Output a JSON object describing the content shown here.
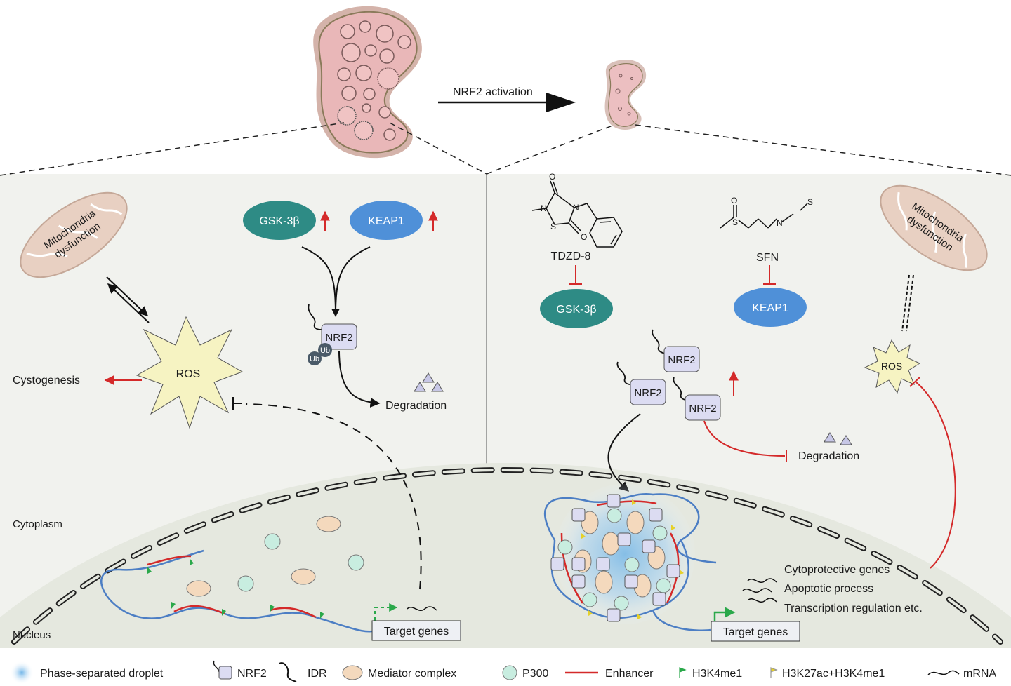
{
  "header": {
    "arrow_label": "NRF2 activation"
  },
  "left_panel": {
    "mito_line1": "Mitochondria",
    "mito_line2": "dysfunction",
    "gsk_label": "GSK-3β",
    "keap_label": "KEAP1",
    "nrf2_label": "NRF2",
    "ub1": "Ub",
    "ub2": "Ub",
    "ros_label": "ROS",
    "cystogenesis_label": "Cystogenesis",
    "degradation_label": "Degradation",
    "cytoplasm_label": "Cytoplasm",
    "nucleus_label": "Nucleus",
    "target_genes_label": "Target genes"
  },
  "right_panel": {
    "tdzd_label": "TDZD-8",
    "sfn_label": "SFN",
    "gsk_label": "GSK-3β",
    "keap_label": "KEAP1",
    "nrf2_a": "NRF2",
    "nrf2_b": "NRF2",
    "nrf2_c": "NRF2",
    "degradation_label": "Degradation",
    "mito_line1": "Mitochondria",
    "mito_line2": "dysfunction",
    "ros_label": "ROS",
    "outcomes": [
      "Cytoprotective genes",
      "Apoptotic process",
      "Transcription regulation etc."
    ],
    "target_genes_label": "Target genes",
    "chem_o": "O",
    "chem_n": "N",
    "chem_s": "S"
  },
  "legend": {
    "droplet": "Phase-separated droplet",
    "nrf2": "NRF2",
    "idr": "IDR",
    "mediator": "Mediator complex",
    "p300": "P300",
    "enhancer": "Enhancer",
    "h3k4me1": "H3K4me1",
    "h3k27ac": "H3K27ac+H3K4me1",
    "mrna": "mRNA"
  },
  "colors": {
    "gsk": "#2e8b85",
    "keap": "#4f90d8",
    "ros": "#f6f3c2",
    "nrf2_box": "#dcdcf2",
    "mediator": "#f4d9bd",
    "p300": "#c8ede0",
    "enhancer": "#d42a2a",
    "dna": "#4c7ec4",
    "red_arrow": "#d42a2a",
    "green_flag": "#2aa84a",
    "yellow_flag": "#e6d12a",
    "kidney": "#e8b6b6",
    "mito": "#e8d0c2"
  }
}
